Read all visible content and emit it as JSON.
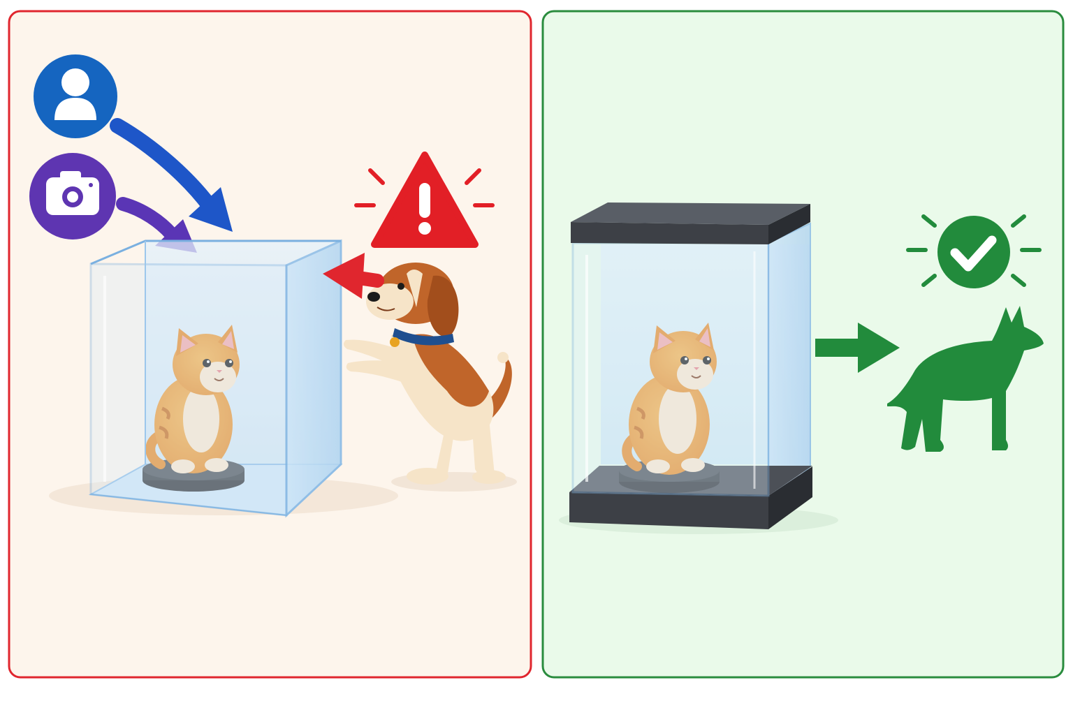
{
  "diagram": {
    "panels": [
      {
        "id": "unsafe",
        "status": "danger",
        "border_color": "#e0262e",
        "background_color": "#fdf5ec",
        "elements": [
          {
            "type": "icon",
            "name": "user-icon",
            "color": "#1565c0"
          },
          {
            "type": "icon",
            "name": "camera-icon",
            "color": "#5e35b1"
          },
          {
            "type": "arrow",
            "name": "arrow-user-to-box",
            "color": "#1e56c8"
          },
          {
            "type": "arrow",
            "name": "arrow-camera-to-box",
            "color": "#5a35b5"
          },
          {
            "type": "illustration",
            "name": "open-glass-box",
            "color": "#9cc7ec"
          },
          {
            "type": "illustration",
            "name": "cat-figurine",
            "color": "#f39c32"
          },
          {
            "type": "illustration",
            "name": "beagle-dog",
            "color": "#c0652a"
          },
          {
            "type": "arrow",
            "name": "arrow-dog-to-box",
            "color": "#e0262e"
          },
          {
            "type": "icon",
            "name": "warning-triangle-icon",
            "color": "#e21f26"
          }
        ]
      },
      {
        "id": "safe",
        "status": "ok",
        "border_color": "#2a8c3e",
        "background_color": "#eafaea",
        "elements": [
          {
            "type": "illustration",
            "name": "sealed-glass-case",
            "color": "#9cc7ec"
          },
          {
            "type": "illustration",
            "name": "cat-figurine",
            "color": "#f39c32"
          },
          {
            "type": "arrow",
            "name": "arrow-case-to-dog",
            "color": "#228b3c"
          },
          {
            "type": "icon",
            "name": "dog-silhouette-icon",
            "color": "#228b3c"
          },
          {
            "type": "icon",
            "name": "check-badge-icon",
            "color": "#228b3c"
          }
        ]
      }
    ]
  }
}
